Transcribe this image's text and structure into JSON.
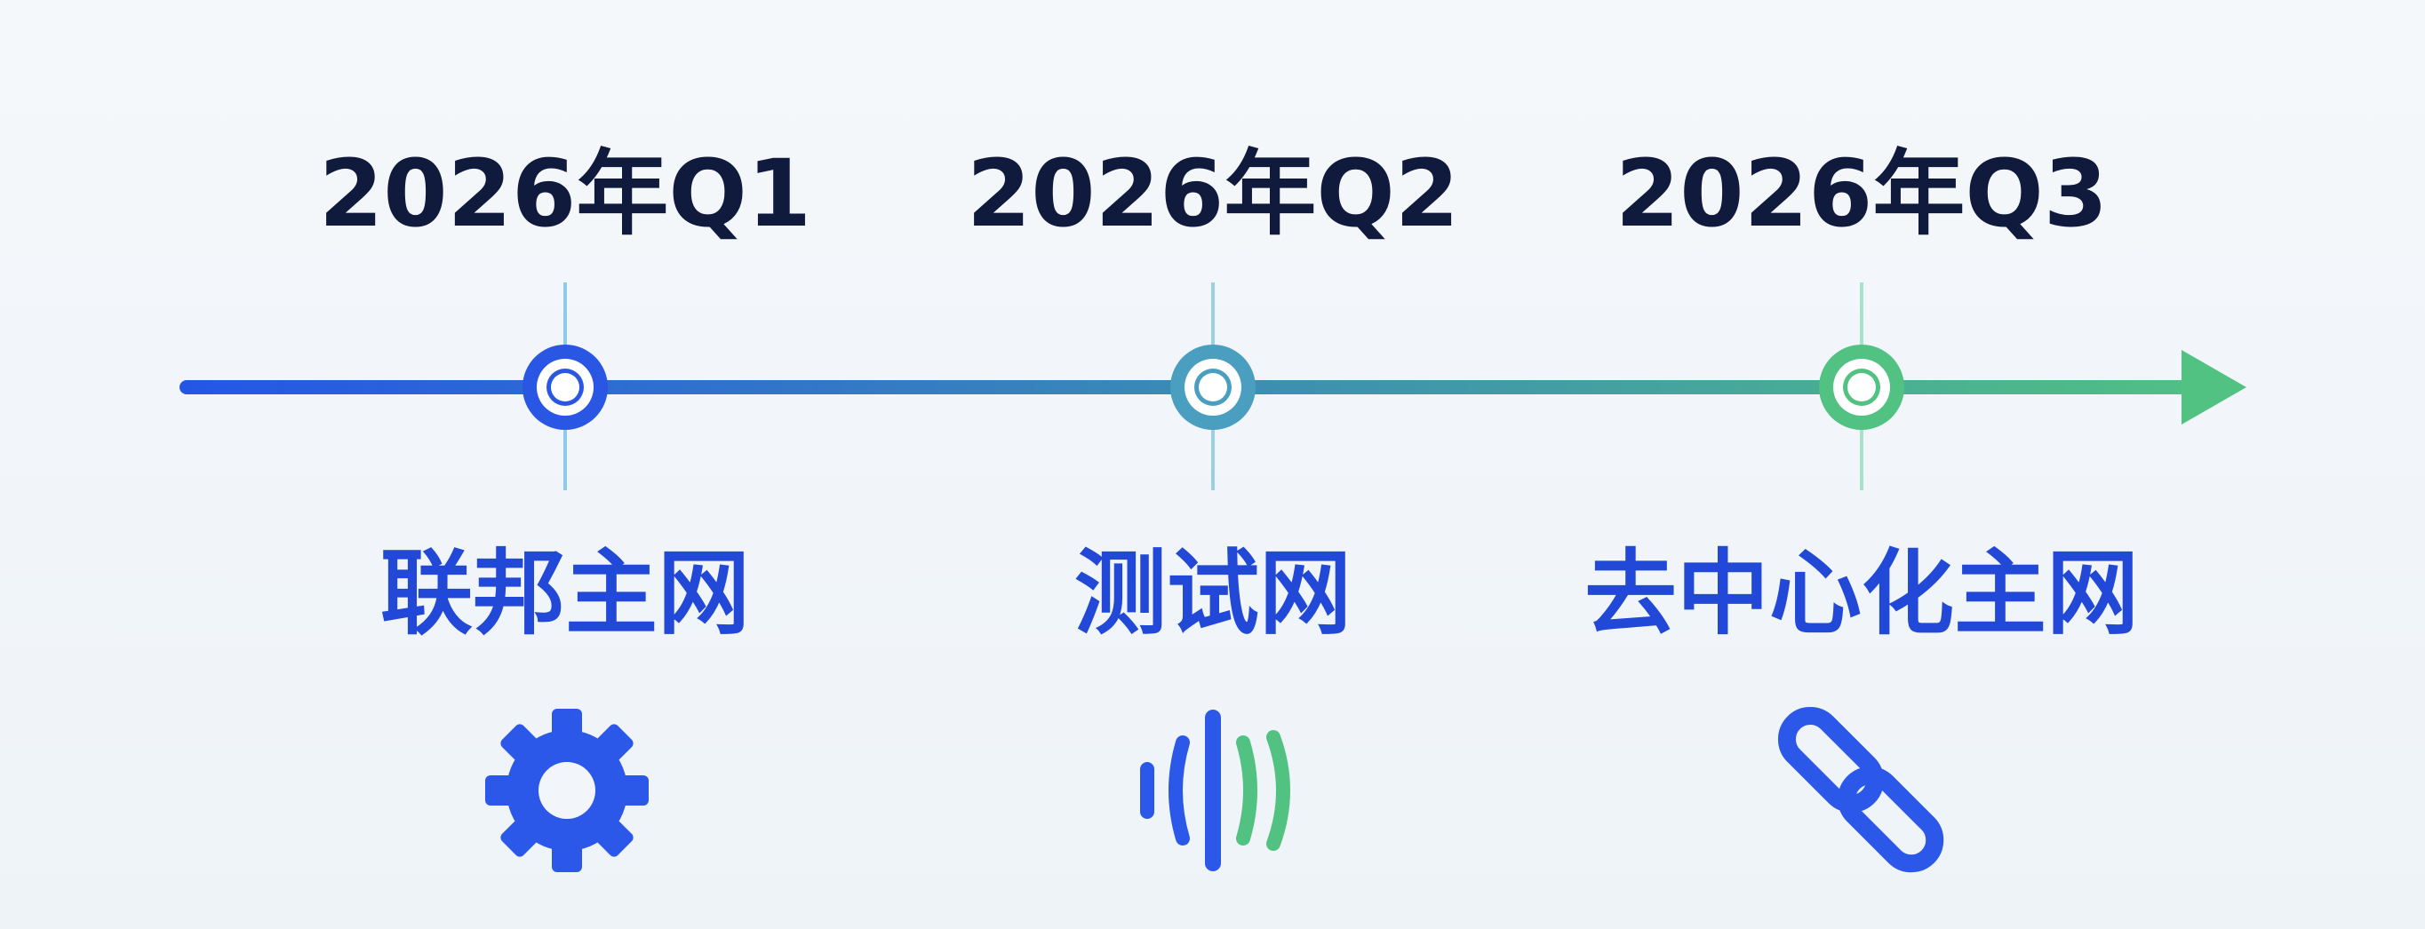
{
  "colors": {
    "date_text": "#0f1a3c",
    "label_text": "#2248d8",
    "line_start": "#2456e6",
    "line_end": "#52c282",
    "icon_blue": "#2b58e8",
    "icon_green": "#52c282",
    "node_fill": "#ffffff"
  },
  "timeline": {
    "milestones": [
      {
        "date": "2026年Q1",
        "label": "联邦主网",
        "icon": "gear-icon"
      },
      {
        "date": "2026年Q2",
        "label": "测试网",
        "icon": "signal-icon"
      },
      {
        "date": "2026年Q3",
        "label": "去中心化主网",
        "icon": "link-icon"
      }
    ]
  }
}
